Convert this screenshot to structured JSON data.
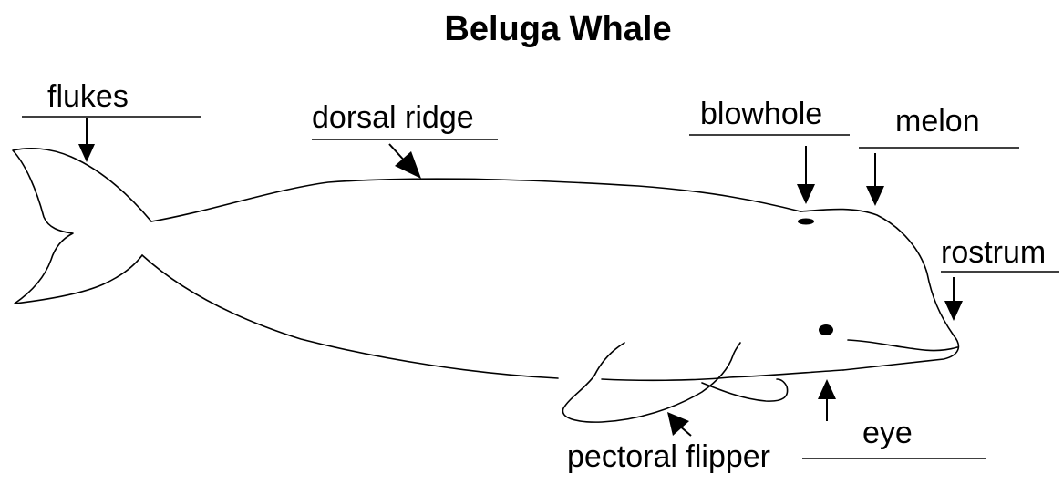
{
  "title": "Beluga Whale",
  "labels": {
    "flukes": "flukes",
    "dorsal_ridge": "dorsal ridge",
    "blowhole": "blowhole",
    "melon": "melon",
    "rostrum": "rostrum",
    "eye": "eye",
    "pectoral_flipper": "pectoral flipper"
  },
  "colors": {
    "ink": "#000000",
    "background": "#ffffff"
  }
}
